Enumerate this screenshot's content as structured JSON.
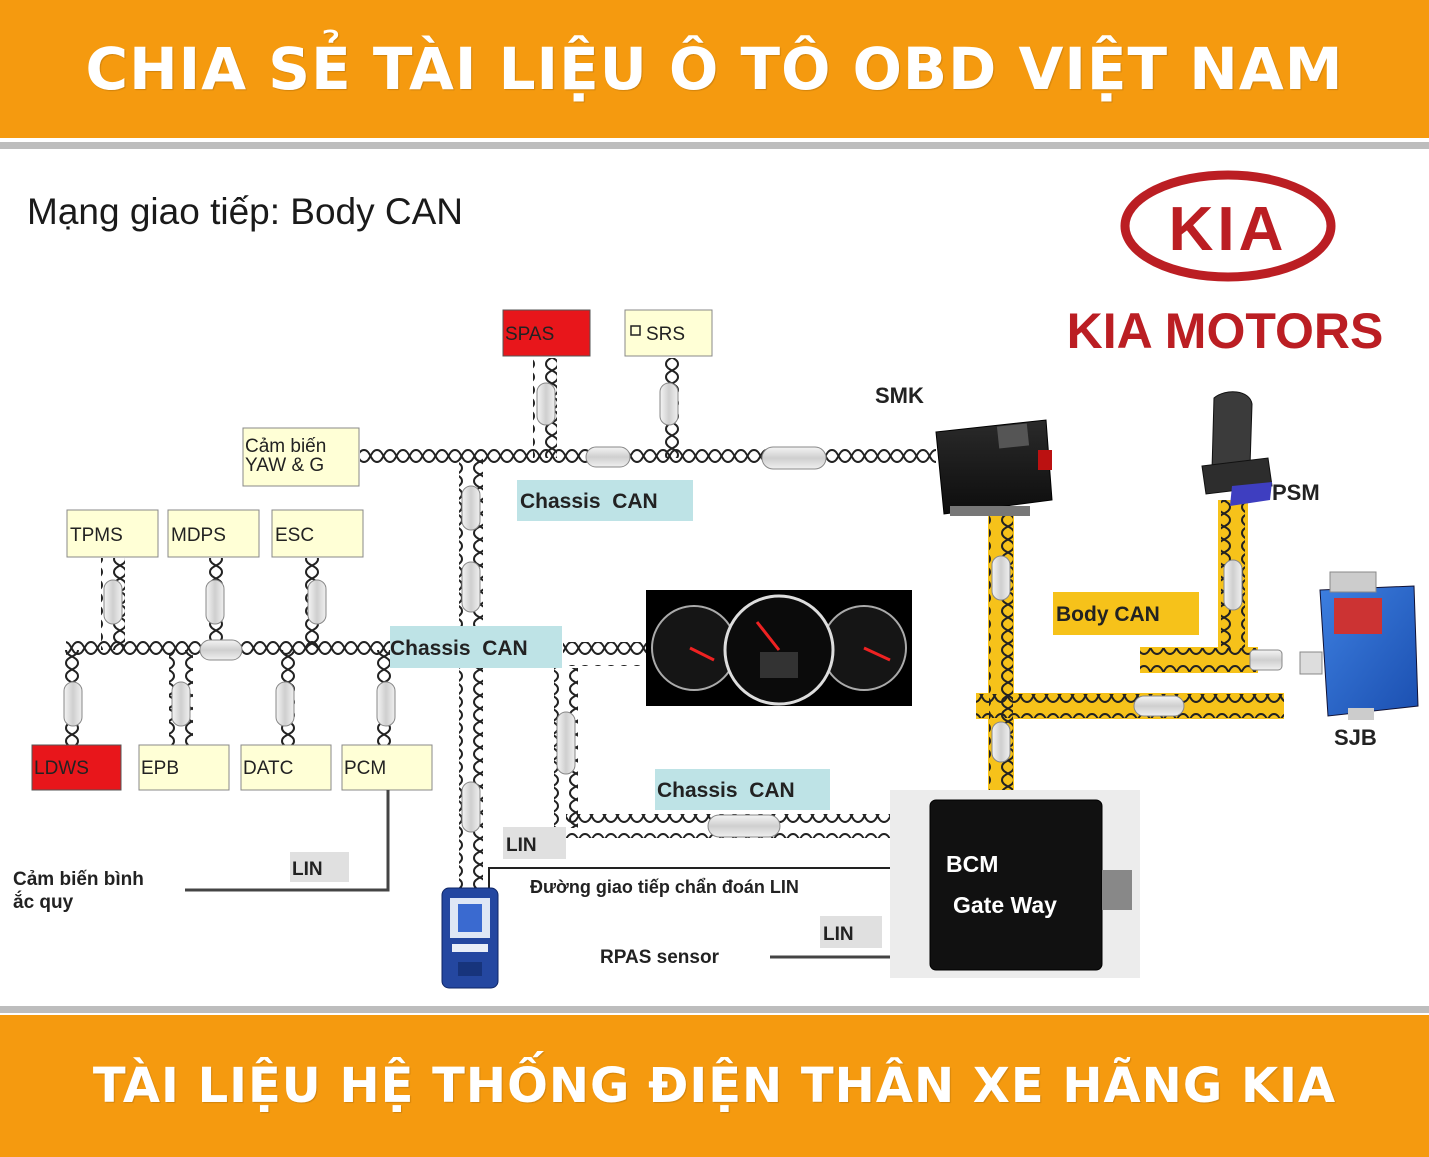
{
  "banner_top": "CHIA SẺ TÀI LIỆU Ô TÔ OBD VIỆT NAM",
  "banner_bottom": "TÀI LIỆU HỆ THỐNG ĐIỆN THÂN XE HÃNG KIA",
  "diagram": {
    "title": "Mạng giao tiếp: Body CAN",
    "logo": {
      "emblem_text": "KIA",
      "brand_text": "KIA MOTORS"
    },
    "modules": {
      "spas": "SPAS",
      "srs": "SRS",
      "yaw_line1": "Cảm biến",
      "yaw_line2": "YAW & G",
      "tpms": "TPMS",
      "mdps": "MDPS",
      "esc": "ESC",
      "ldws": "LDWS",
      "epb": "EPB",
      "datc": "DATC",
      "pcm": "PCM",
      "smk": "SMK",
      "psm": "PSM",
      "sjb": "SJB",
      "bcm": "BCM",
      "gateway": "Gate Way"
    },
    "bus_labels": {
      "chassis_can_1": "Chassis  CAN",
      "chassis_can_2": "Chassis  CAN",
      "chassis_can_3": "Chassis  CAN",
      "body_can": "Body CAN",
      "lin_1": "LIN",
      "lin_2": "LIN",
      "lin_3": "LIN"
    },
    "annotations": {
      "battery_line1": "Cảm biến bình",
      "battery_line2": "ắc quy",
      "diag_line": "Đường  giao tiếp chẩn đoán LIN",
      "rpas": "RPAS sensor"
    },
    "colors": {
      "banner": "#F59A0F",
      "module_box": "#FFFFD6",
      "warning_box": "#E8161B",
      "chassis_label_bg": "#BEE3E6",
      "body_can_bus": "#F6C21A",
      "lin_label_bg": "#E0E0E0",
      "kia_red": "#BB1E23"
    }
  }
}
